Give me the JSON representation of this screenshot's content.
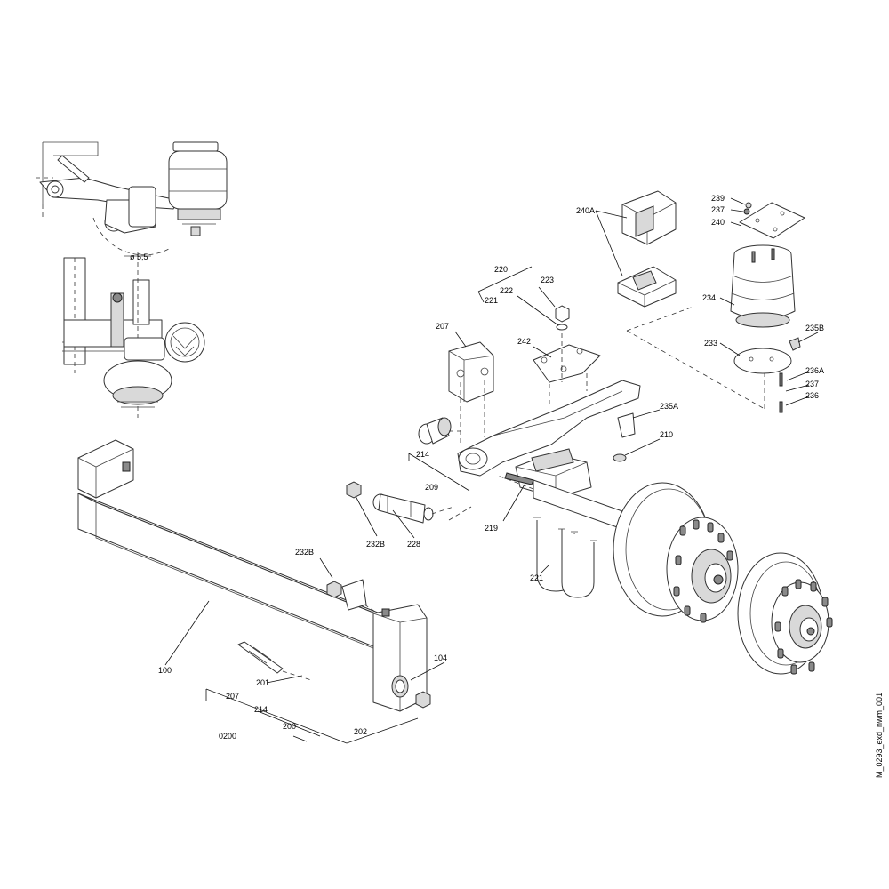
{
  "drawing_code": "M_0293_exd_nwm_001",
  "detail_dimension": "ø 5,5",
  "callouts": {
    "c239": "239",
    "c237a": "237",
    "c240": "240",
    "c240A": "240A",
    "c234": "234",
    "c235B": "235B",
    "c233": "233",
    "c236A": "236A",
    "c237b": "237",
    "c236": "236",
    "c220": "220",
    "c223": "223",
    "c222": "222",
    "c221a": "221",
    "c207a": "207",
    "c242": "242",
    "c235A": "235A",
    "c210": "210",
    "c214a": "214",
    "c209": "209",
    "c219": "219",
    "c232Ba": "232B",
    "c228": "228",
    "c221b": "221",
    "c232Bb": "232B",
    "c100": "100",
    "c104": "104",
    "c201": "201",
    "c207b": "207",
    "c214b": "214",
    "c200": "200",
    "c0200": "0200",
    "c202": "202"
  }
}
